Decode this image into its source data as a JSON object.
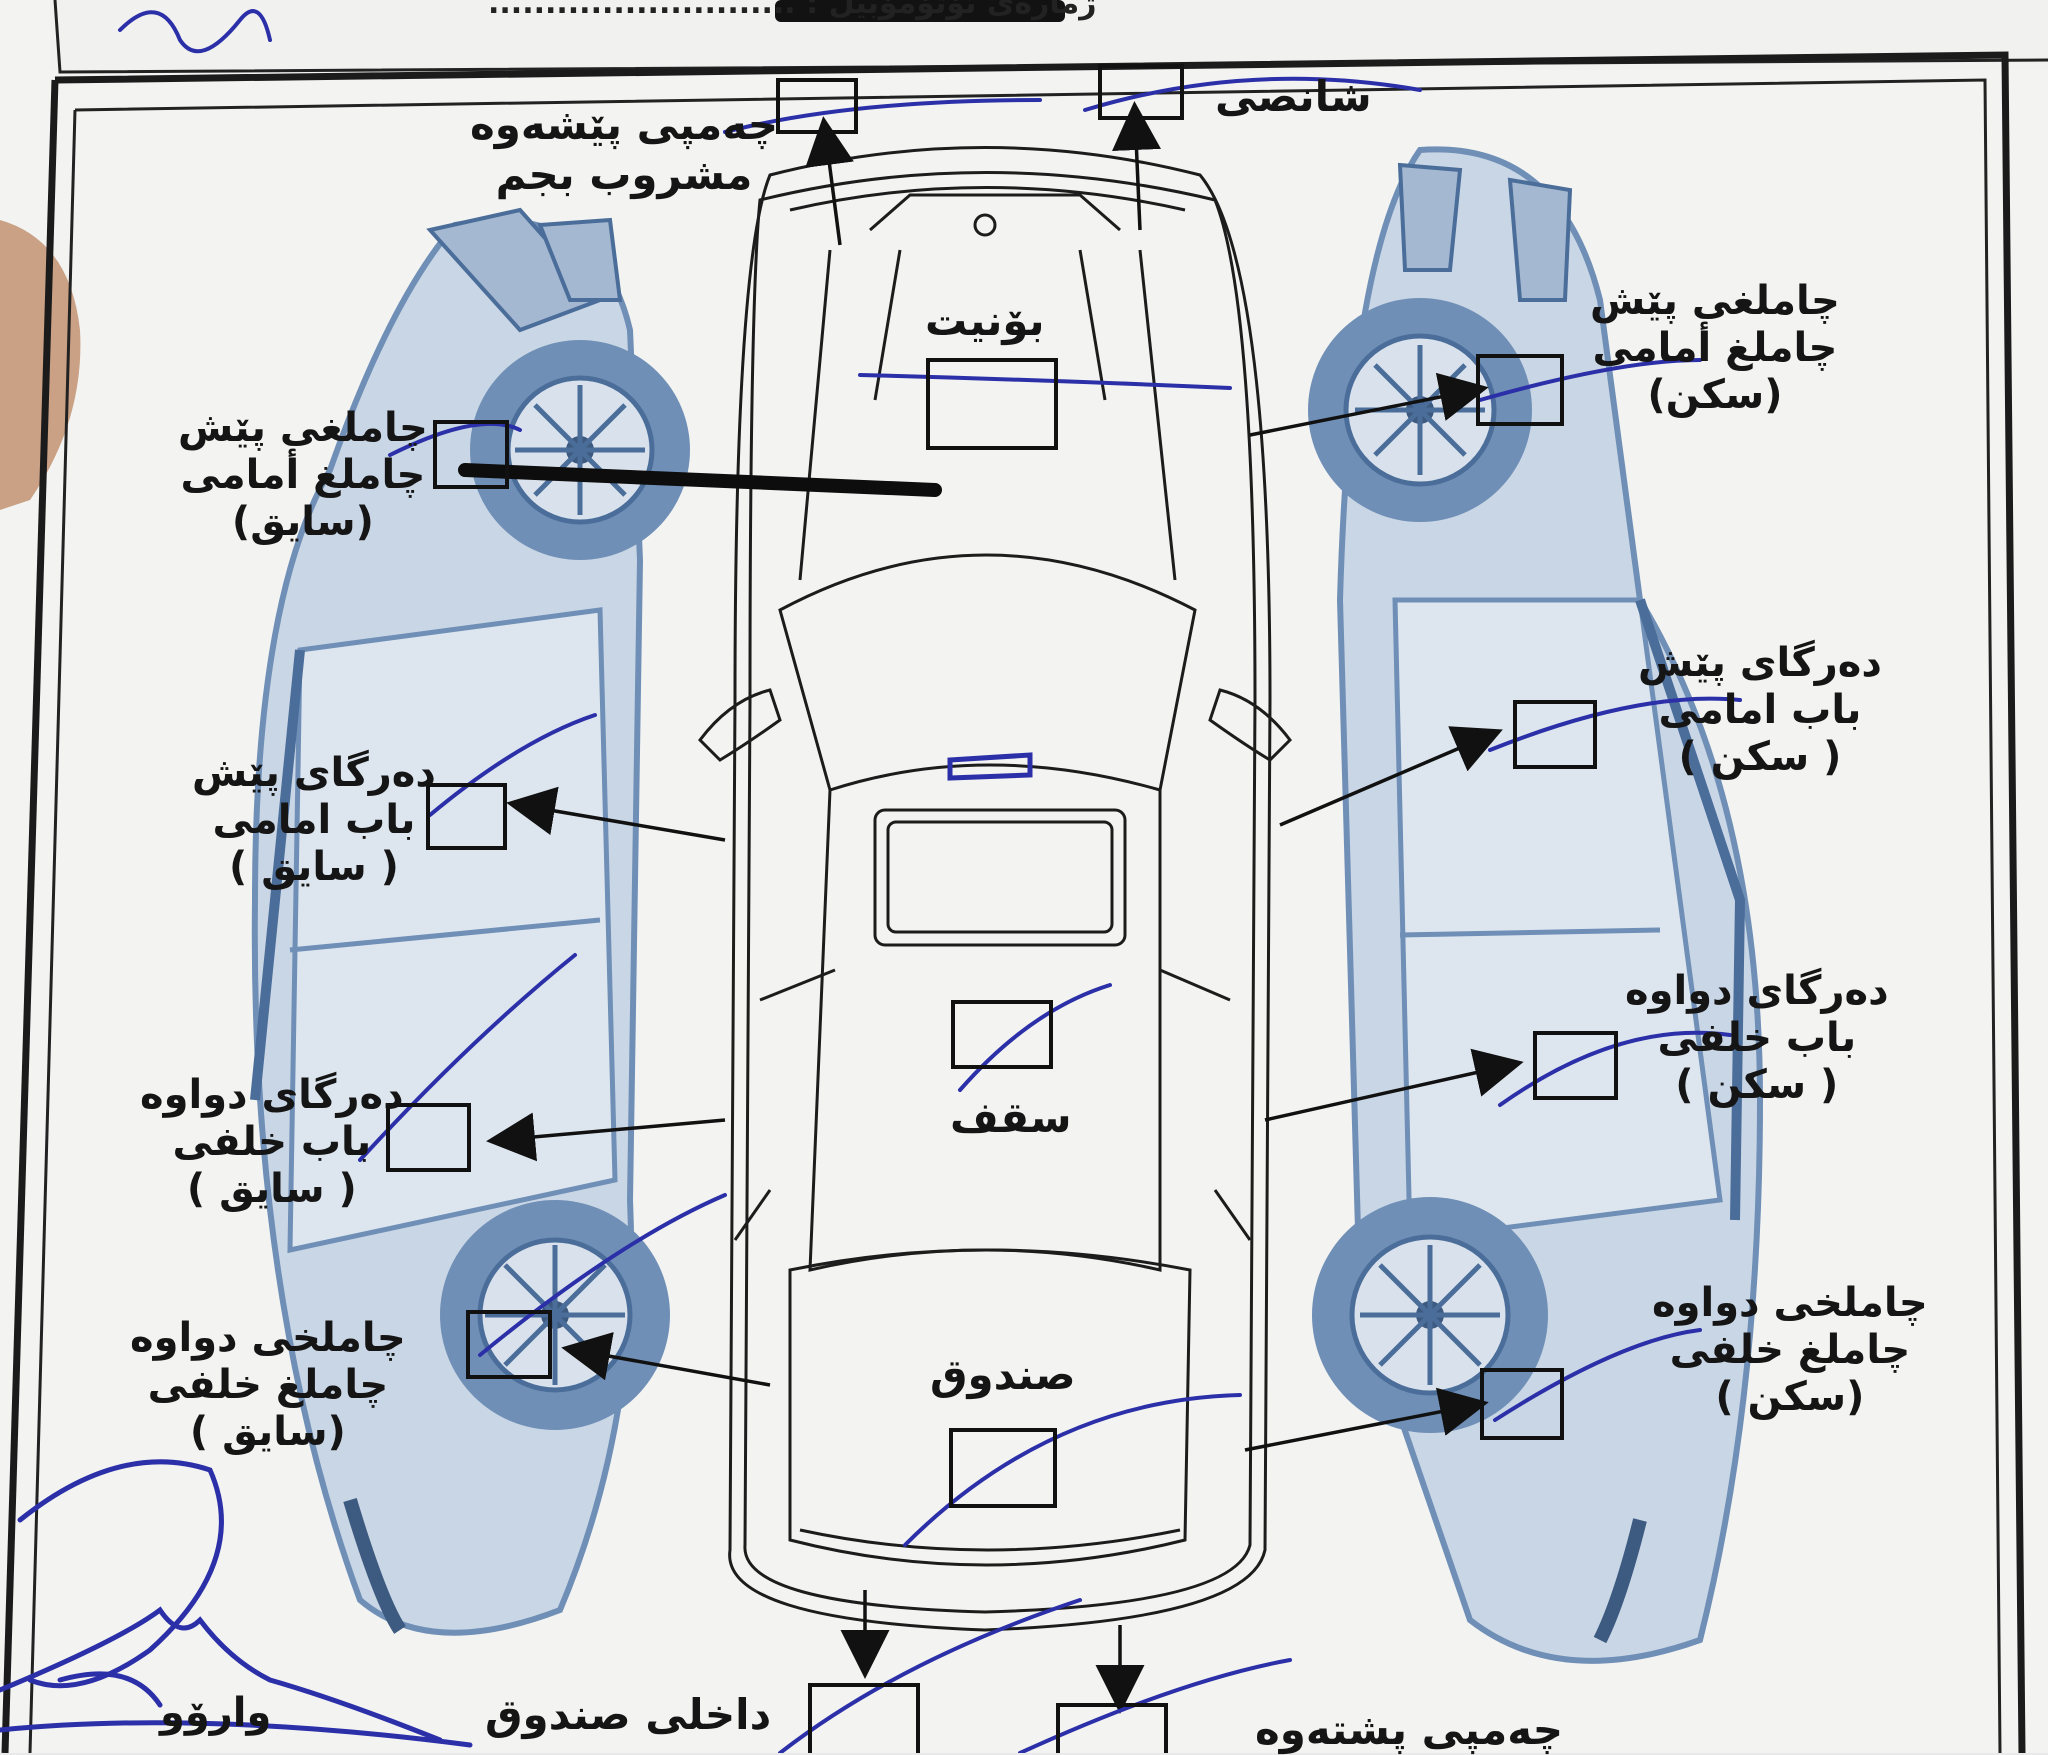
{
  "header": {
    "field_label": "ژمارەی ئۆتۆمۆبیل :",
    "dots": "..........................."
  },
  "labels": {
    "front_bumper": [
      "چەمپی پێشەوە",
      "مشروب بجم"
    ],
    "chassis": [
      "شانصی"
    ],
    "hood": [
      "بۆنیت"
    ],
    "front_fender_driver": [
      "چاملغی پێش",
      "چاملغ أمامی",
      "(سایق)"
    ],
    "front_fender_passenger": [
      "چاملغی پێش",
      "چاملغ أمامی",
      "(سکن)"
    ],
    "front_door_driver": [
      "دەرگای پێش",
      "باب امامی",
      "( سایق )"
    ],
    "front_door_passenger": [
      "دەرگای پێش",
      "باب امامی",
      "( سکن )"
    ],
    "rear_door_driver": [
      "دەرگای دواوە",
      "باب خلفی",
      "( سایق )"
    ],
    "rear_door_passenger": [
      "دەرگای دواوە",
      "باب خلفی",
      "( سکن )"
    ],
    "roof": [
      "سقف"
    ],
    "rear_fender_driver": [
      "چاملخی دواوە",
      "چاملغ خلفی",
      "(سایق )"
    ],
    "rear_fender_passenger": [
      "چاملخی دواوە",
      "چاملغ خلفی",
      "(سکن )"
    ],
    "trunk": [
      "صندوق"
    ],
    "trunk_interior": [
      "داخلی صندوق"
    ],
    "rear_bumper": [
      "چەمپی پشتەوە"
    ],
    "signature_name": [
      "وارۆو"
    ]
  },
  "colors": {
    "paper": "#f4f4f3",
    "ink": "#111111",
    "car_blue": "#6f8fb6",
    "car_light": "#c9d6e5",
    "pen_blue": "#2b2fa8"
  }
}
